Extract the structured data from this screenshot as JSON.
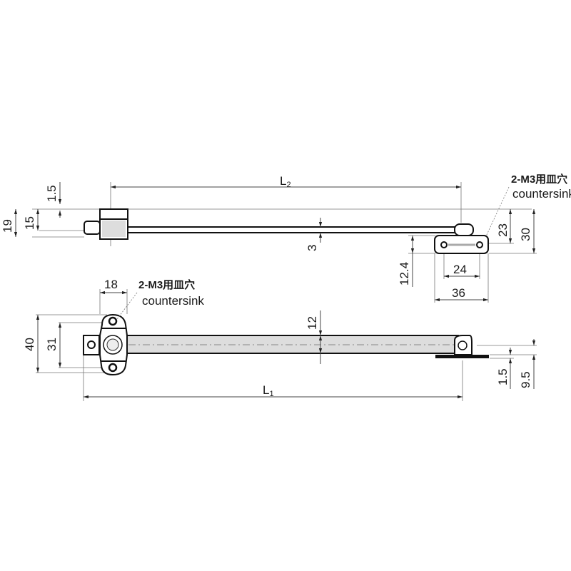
{
  "top_view": {
    "length_label": "L",
    "length_sub": "2",
    "dims": {
      "d1_5": "1.5",
      "d19": "19",
      "d15": "15",
      "d3": "3",
      "d23": "23",
      "d30": "30",
      "d12_4": "12.4",
      "d24": "24",
      "d36": "36"
    },
    "note_line1": "2-M3用皿穴",
    "note_line2": "countersink"
  },
  "bottom_view": {
    "length_label": "L",
    "length_sub": "1",
    "dims": {
      "d18": "18",
      "d40": "40",
      "d31": "31",
      "d12": "12",
      "d1_5": "1.5",
      "d9_5": "9.5"
    },
    "note_line1": "2-M3用皿穴",
    "note_line2": "countersink"
  },
  "colors": {
    "line": "#111111",
    "fill": "#dddddd"
  }
}
